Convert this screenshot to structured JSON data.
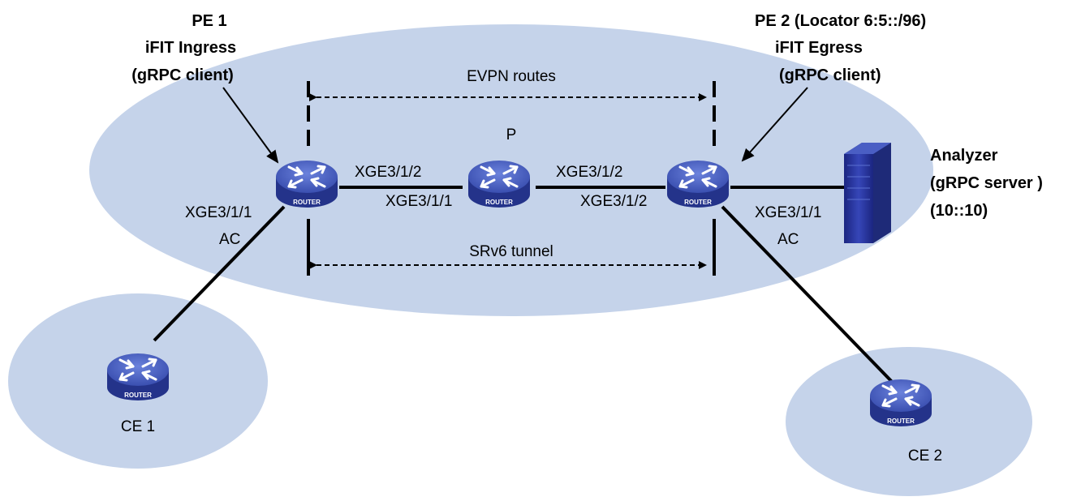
{
  "nodes": {
    "pe1": {
      "title": "PE 1",
      "role": "iFIT Ingress",
      "client": "(gRPC client)",
      "ac_port": "XGE3/1/1",
      "ac_label": "AC",
      "core_port": "XGE3/1/2",
      "badge": "ROUTER"
    },
    "p": {
      "title": "P",
      "port_left": "XGE3/1/1",
      "port_right": "XGE3/1/2",
      "badge": "ROUTER"
    },
    "pe2": {
      "title": "PE 2 (Locator 6:5::/96)",
      "role": "iFIT Egress",
      "client": "(gRPC client)",
      "core_port": "XGE3/1/2",
      "ac_port": "XGE3/1/1",
      "ac_label": "AC",
      "badge": "ROUTER"
    },
    "ce1": {
      "title": "CE 1",
      "badge": "ROUTER"
    },
    "ce2": {
      "title": "CE 2",
      "badge": "ROUTER"
    },
    "analyzer": {
      "title": "Analyzer",
      "role": "(gRPC server )",
      "address": "(10::10)"
    }
  },
  "links": {
    "evpn": "EVPN routes",
    "srv6": "SRv6 tunnel"
  },
  "colors": {
    "region_fill": "#c5d3ea",
    "router_body": "#2d3f9a",
    "router_top": "#4a63c8",
    "line": "#000000"
  }
}
